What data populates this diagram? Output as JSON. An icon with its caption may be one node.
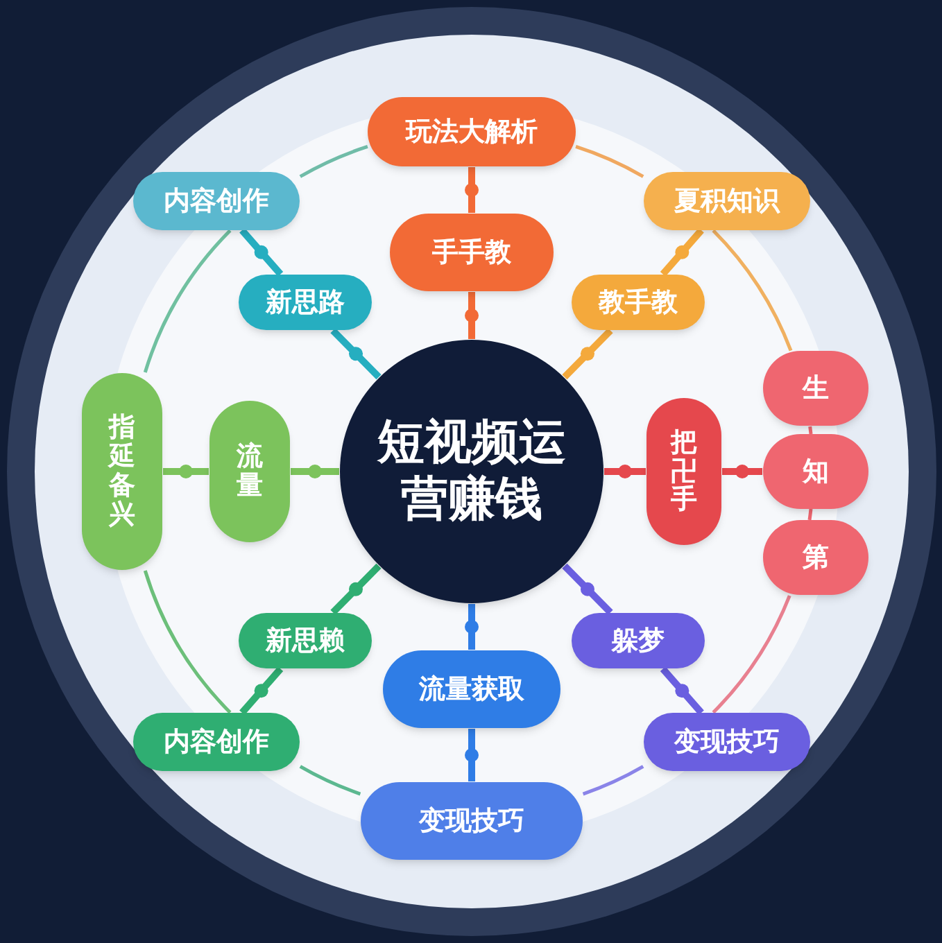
{
  "diagram": {
    "nodes": [
      {
        "text": [
          "短视频运营赚钱"
        ]
      },
      {
        "text": [
          "玩法大解析"
        ]
      },
      {
        "text": [
          "手手教"
        ]
      },
      {
        "text": [
          "夏积知识"
        ]
      },
      {
        "text": [
          "教手教"
        ]
      },
      {
        "text": [
          "生"
        ]
      },
      {
        "text": [
          "知"
        ]
      },
      {
        "text": [
          "第"
        ]
      },
      {
        "text": [
          "把卍手"
        ]
      },
      {
        "text": [
          "躲梦"
        ]
      },
      {
        "text": [
          "变现技巧"
        ]
      },
      {
        "text": [
          "流量获取"
        ]
      },
      {
        "text": [
          "变现技巧"
        ]
      },
      {
        "text": [
          "新思赖"
        ]
      },
      {
        "text": [
          "内容创作"
        ]
      },
      {
        "text": [
          "指延备兴"
        ]
      },
      {
        "text": [
          "流量"
        ]
      },
      {
        "text": [
          "内容创作"
        ]
      },
      {
        "text": [
          "新思路"
        ]
      }
    ],
    "edges": [
      {
        "from": 0,
        "to": 2,
        "arrow": "none",
        "color": "#f26a36"
      },
      {
        "from": 2,
        "to": 1,
        "arrow": "none",
        "color": "#f26a36"
      },
      {
        "from": 0,
        "to": 4,
        "arrow": "none",
        "color": "#f4a93c"
      },
      {
        "from": 4,
        "to": 3,
        "arrow": "none",
        "color": "#f4a93c"
      },
      {
        "from": 0,
        "to": 8,
        "arrow": "none",
        "color": "#e5484d"
      },
      {
        "from": 8,
        "to": 6,
        "arrow": "none",
        "color": "#e5484d"
      },
      {
        "from": 0,
        "to": 9,
        "arrow": "none",
        "color": "#6a5fe0"
      },
      {
        "from": 9,
        "to": 10,
        "arrow": "none",
        "color": "#6a5fe0"
      },
      {
        "from": 0,
        "to": 11,
        "arrow": "none",
        "color": "#2f7de6"
      },
      {
        "from": 11,
        "to": 12,
        "arrow": "none",
        "color": "#2f7de6"
      },
      {
        "from": 0,
        "to": 13,
        "arrow": "none",
        "color": "#2fae72"
      },
      {
        "from": 13,
        "to": 14,
        "arrow": "none",
        "color": "#2fae72"
      },
      {
        "from": 0,
        "to": 16,
        "arrow": "none",
        "color": "#7cc35c"
      },
      {
        "from": 16,
        "to": 15,
        "arrow": "none",
        "color": "#7cc35c"
      },
      {
        "from": 0,
        "to": 18,
        "arrow": "none",
        "color": "#26aec0"
      },
      {
        "from": 18,
        "to": 17,
        "arrow": "none",
        "color": "#26aec0"
      },
      {
        "from": 1,
        "to": 3,
        "arrow": "none",
        "color": "#f0a860"
      },
      {
        "from": 3,
        "to": 5,
        "arrow": "none",
        "color": "#f0b060"
      },
      {
        "from": 5,
        "to": 6,
        "arrow": "none",
        "color": "#ef6670"
      },
      {
        "from": 6,
        "to": 7,
        "arrow": "none",
        "color": "#ef6670"
      },
      {
        "from": 7,
        "to": 10,
        "arrow": "none",
        "color": "#e88090"
      },
      {
        "from": 10,
        "to": 12,
        "arrow": "none",
        "color": "#8a84e8"
      },
      {
        "from": 12,
        "to": 14,
        "arrow": "none",
        "color": "#5cb890"
      },
      {
        "from": 14,
        "to": 15,
        "arrow": "none",
        "color": "#6cbf7a"
      },
      {
        "from": 15,
        "to": 17,
        "arrow": "none",
        "color": "#70c0a0"
      },
      {
        "from": 17,
        "to": 1,
        "arrow": "none",
        "color": "#70bca8"
      }
    ]
  }
}
